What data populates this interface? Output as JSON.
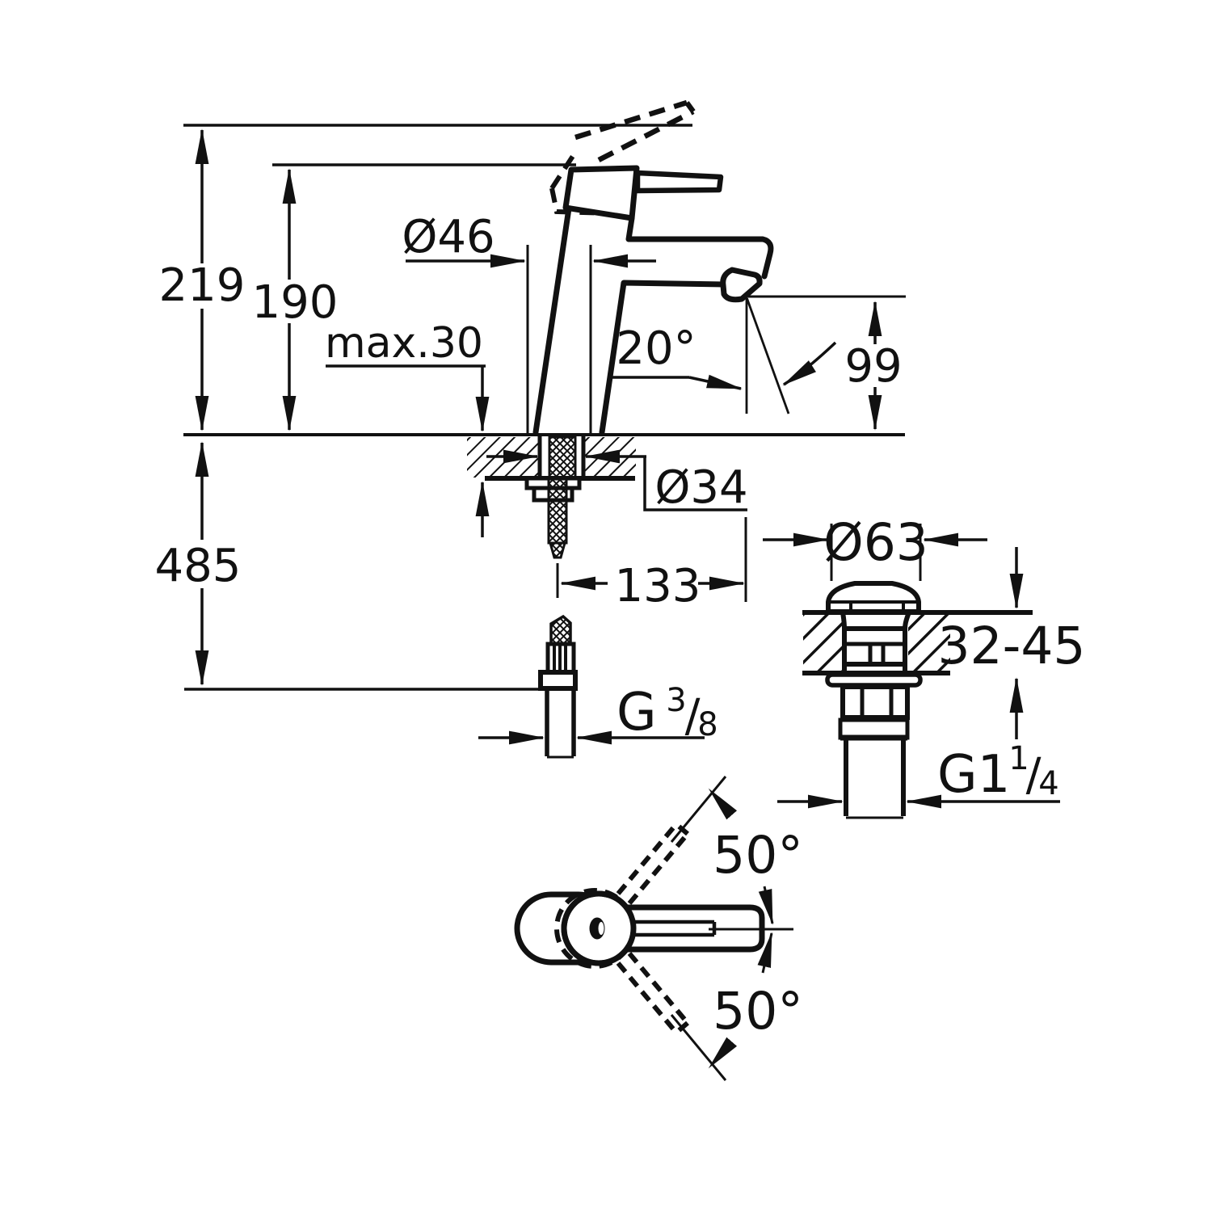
{
  "drawing": {
    "title": "faucet-installation-dimension-drawing",
    "colors": {
      "line": "#111111",
      "background": "#ffffff"
    },
    "side_view": {
      "height_overall": "219",
      "height_to_body_top": "190",
      "body_diameter": "Ø46",
      "deck_thickness_max": "max.30",
      "spout_angle": "20°",
      "spout_outlet_height": "99",
      "mounting_hole_diameter": "Ø34",
      "hose_length": "485",
      "spout_projection": "133",
      "hose_thread": {
        "main": "G",
        "sup": "3",
        "slash": "/",
        "sub": "8"
      }
    },
    "drain_view": {
      "cap_diameter": "Ø63",
      "deck_thickness_range": "32-45",
      "drain_thread": {
        "main": "G1",
        "sup": "1",
        "slash": "/",
        "sub": "4"
      }
    },
    "top_view": {
      "swivel_angle_up": "50°",
      "swivel_angle_down": "50°"
    }
  }
}
